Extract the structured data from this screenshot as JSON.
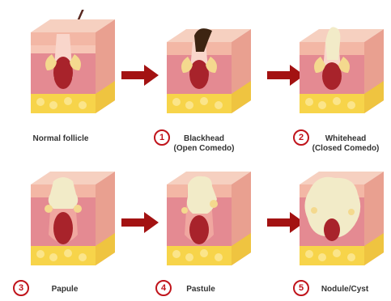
{
  "stages": [
    {
      "number": "",
      "label": "Normal follicle",
      "sublabel": ""
    },
    {
      "number": "1",
      "label": "Blackhead",
      "sublabel": "(Open Comedo)"
    },
    {
      "number": "2",
      "label": "Whitehead",
      "sublabel": "(Closed Comedo)"
    },
    {
      "number": "3",
      "label": "Papule",
      "sublabel": ""
    },
    {
      "number": "4",
      "label": "Pastule",
      "sublabel": ""
    },
    {
      "number": "5",
      "label": "Nodule/Cyst",
      "sublabel": ""
    }
  ],
  "colors": {
    "accent": "#c0141b",
    "arrow": "#a31212",
    "skin_top": "#f6d0c0",
    "skin_side": "#f3b7a5",
    "dermis": "#e48a92",
    "fat": "#f7d44a",
    "follicle": "#a8232b",
    "sebaceous": "#f4d98e",
    "pus": "#f2ebc8",
    "hair": "#5a2a22",
    "blackhead": "#3d2412"
  }
}
